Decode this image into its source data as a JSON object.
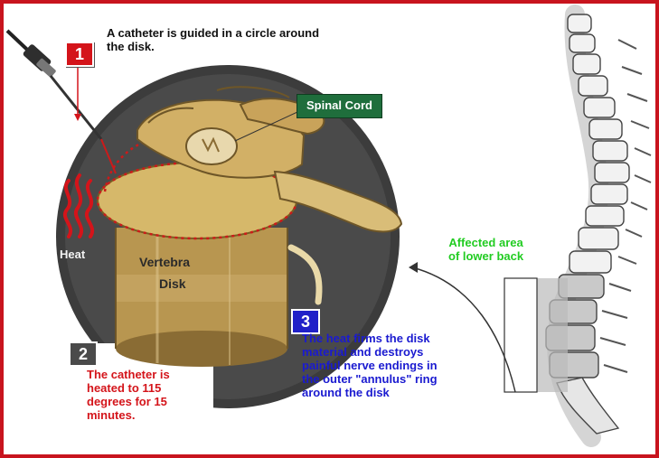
{
  "colors": {
    "frame": "#c8141e",
    "step1_badge": "#d4141a",
    "step2_badge": "#4a4a4a",
    "step3_badge": "#2020c8",
    "step2_text": "#d4141a",
    "step3_text": "#1a1ad0",
    "affected_text": "#22cc22",
    "spinal_cord_tag": "#1f6e3c"
  },
  "step1": {
    "number": "1",
    "text_line1": "A catheter is guided in a circle around",
    "text_line2": "the disk."
  },
  "spinal_cord_label": "Spinal Cord",
  "heat_label": "Heat",
  "vertebra_label": "Vertebra",
  "disk_label": "Disk",
  "step2": {
    "number": "2",
    "lines": [
      "The catheter is",
      "heated to 115",
      "degrees for 15",
      "minutes."
    ]
  },
  "step3": {
    "number": "3",
    "lines": [
      "The heat firms the disk",
      "material and destroys",
      "painful nerve endings in",
      "the outer \"annulus\" ring",
      "around the disk"
    ]
  },
  "affected_area": {
    "line1": "Affected area",
    "line2": "of lower back"
  }
}
